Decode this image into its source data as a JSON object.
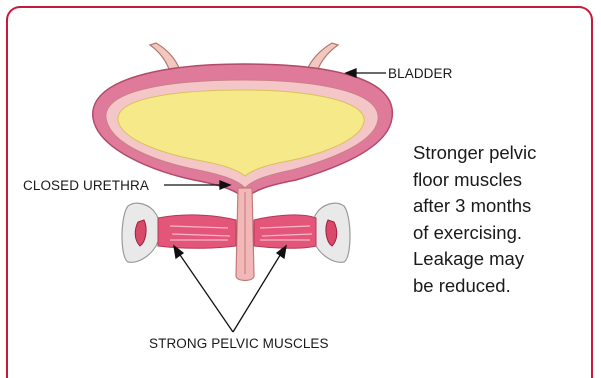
{
  "labels": {
    "bladder": "BLADDER",
    "urethra": "CLOSED URETHRA",
    "muscles": "STRONG PELVIC MUSCLES"
  },
  "caption": [
    "Stronger pelvic",
    "floor muscles",
    "after 3 months",
    "of exercising.",
    "Leakage may",
    "be reduced."
  ],
  "colors": {
    "frame": "#c8193c",
    "bladder_wall": "#e07a9a",
    "bladder_inner": "#f5e98a",
    "muscle": "#e4557a",
    "bone": "#e9e9e9"
  }
}
